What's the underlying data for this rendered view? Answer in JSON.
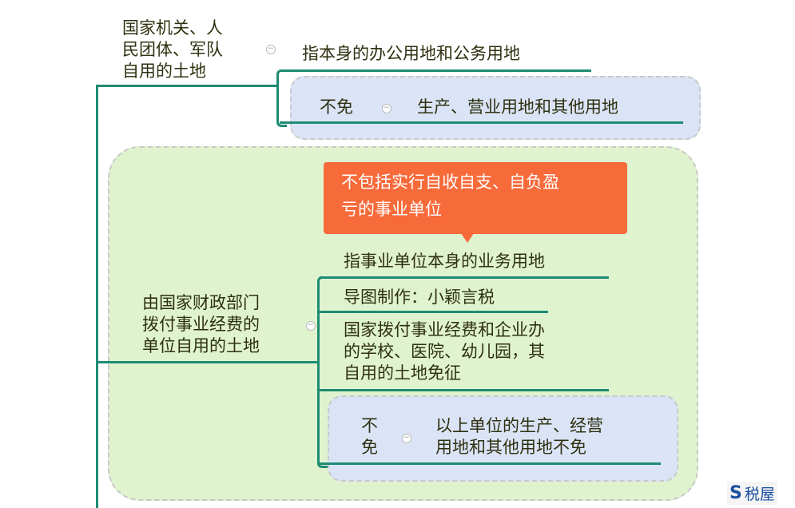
{
  "nodes": {
    "gov": {
      "label": [
        "国家机关、人",
        "民团体、军队",
        "自用的土地"
      ],
      "detail": "指本身的办公用地和公务用地",
      "not_exempt_label": "不免",
      "not_exempt_detail": "生产、营业用地和其他用地"
    },
    "public": {
      "label": [
        "由国家财政部门",
        "拨付事业经费的",
        "单位自用的土地"
      ],
      "callout": [
        "不包括实行自收自支、自负盈",
        "亏的事业单位"
      ],
      "children": [
        "指事业单位本身的业务用地",
        "导图制作：小颖言税"
      ],
      "schools": [
        "国家拨付事业经费和企业办",
        "的学校、医院、幼儿园，其",
        "自用的土地免征"
      ],
      "not_exempt_label": [
        "不",
        "免"
      ],
      "not_exempt_detail": [
        "以上单位的生产、经营",
        "用地和其他用地不免"
      ]
    }
  },
  "collapse_symbol": "−",
  "watermark": {
    "text": "税屋"
  },
  "colors": {
    "line": "#1e8c73",
    "green_cloud": "#dff3cf",
    "blue_cloud": "#dbe4f7",
    "callout": "#f76a3a"
  }
}
